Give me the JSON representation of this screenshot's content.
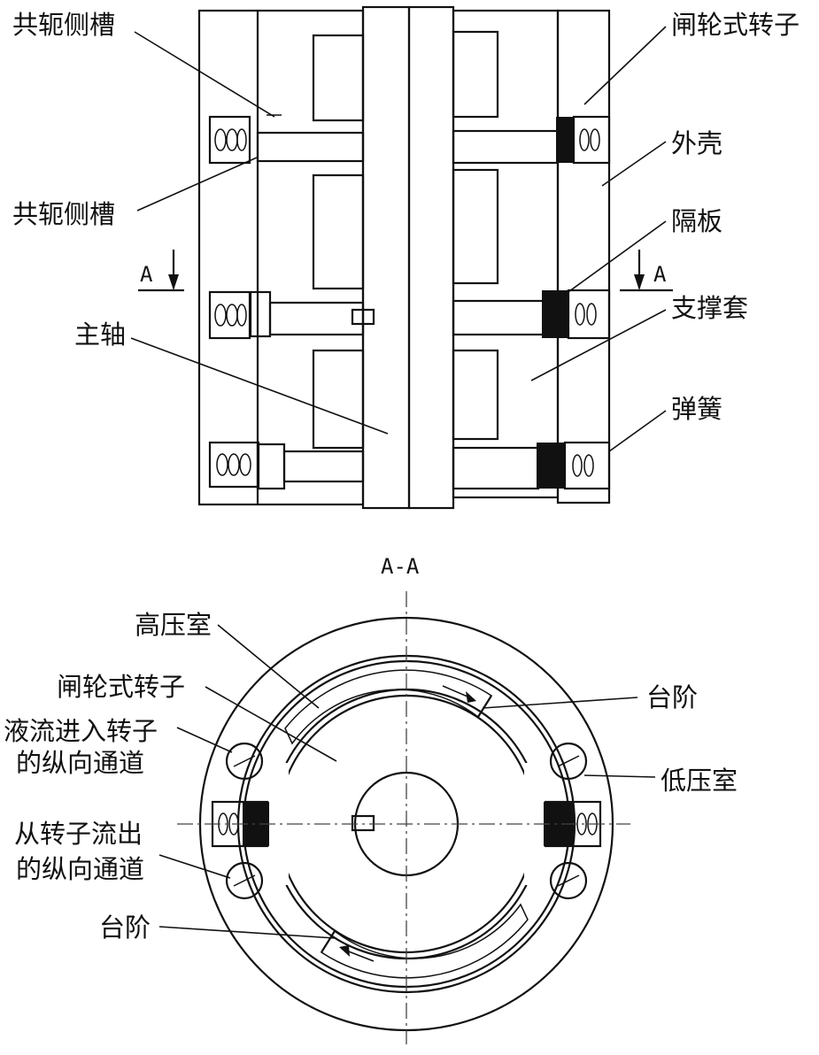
{
  "diagram": {
    "section_title": "A-A",
    "section_mark": "A",
    "top_labels": {
      "conj_slot_upper": "共轭侧槽",
      "conj_slot_lower": "共轭侧槽",
      "main_shaft": "主轴",
      "gate_rotor": "闸轮式转子",
      "housing": "外壳",
      "partition": "隔板",
      "support_sleeve": "支撑套",
      "spring": "弹簧"
    },
    "bottom_labels": {
      "high_pressure_chamber": "高压室",
      "gate_rotor": "闸轮式转子",
      "inlet_channel_line1": "液流进入转子",
      "inlet_channel_line2": "的纵向通道",
      "step_upper": "台阶",
      "low_pressure_chamber": "低压室",
      "outlet_channel_line1": "从转子流出",
      "outlet_channel_line2": "的纵向通道",
      "step_lower": "台阶"
    }
  }
}
